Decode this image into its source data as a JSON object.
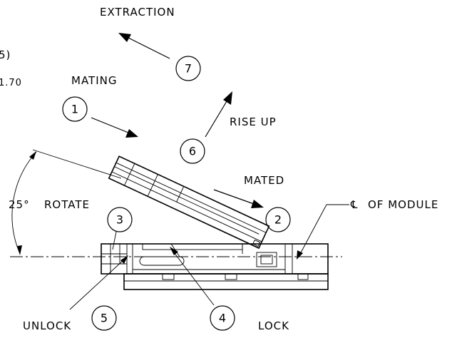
{
  "labels": {
    "extraction": "EXTRACTION",
    "mating": "MATING",
    "rise_up": "RISE UP",
    "mated": "MATED",
    "rotate": "ROTATE",
    "angle": "25°",
    "centerline": "OF MODULE",
    "centerline_symbol": "℄",
    "unlock": "UNLOCK",
    "lock": "LOCK",
    "partial_top": "5)",
    "partial_dim": "1.70"
  },
  "steps": [
    "1",
    "2",
    "3",
    "4",
    "5",
    "6",
    "7"
  ]
}
